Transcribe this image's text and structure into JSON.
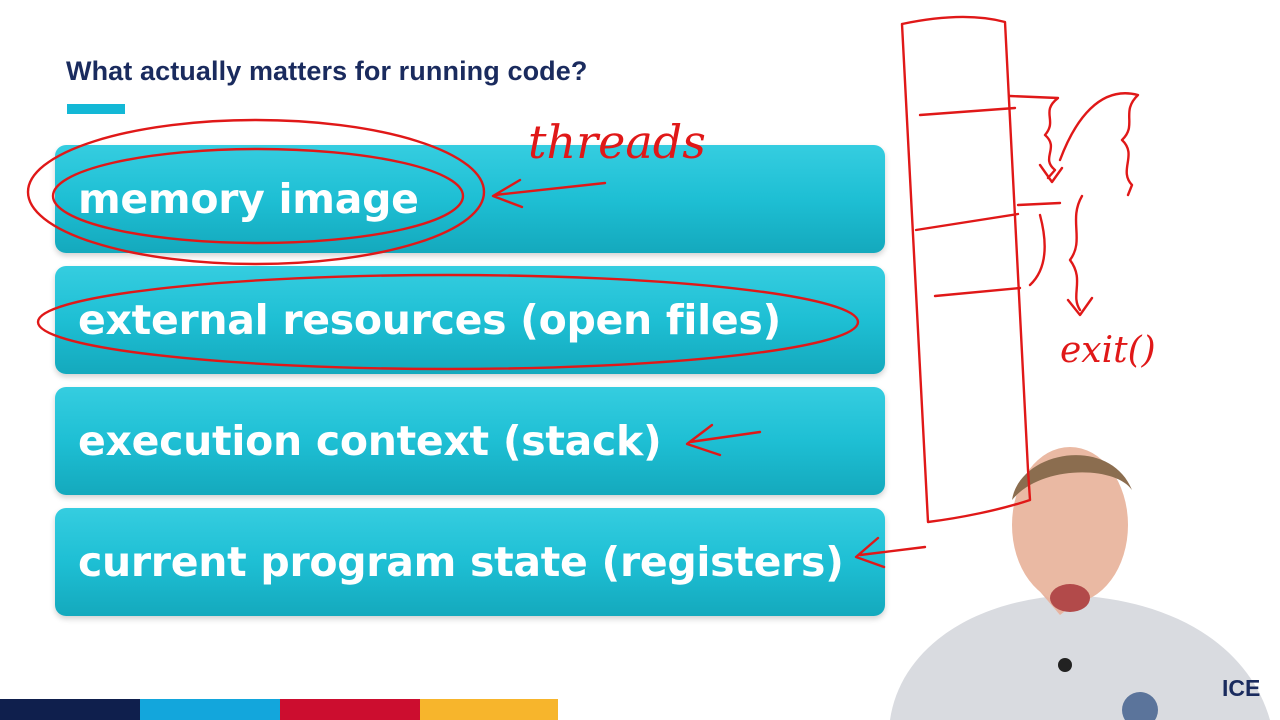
{
  "slide": {
    "title": "What actually matters for running code?",
    "items": [
      {
        "label": "memory image"
      },
      {
        "label": "external resources (open files)"
      },
      {
        "label": "execution context (stack)"
      },
      {
        "label": "current program state (registers)"
      }
    ]
  },
  "annotations": {
    "note_top": "threads",
    "note_side": "exit()"
  },
  "branding": {
    "logo_partial": "ICE"
  },
  "colors": {
    "title": "#1a2b5e",
    "accent": "#13b8d6",
    "bar": "#1ebfd4",
    "ink": "#e01818",
    "footer": [
      "#0f1f4d",
      "#13a6dc",
      "#cc0d2f",
      "#f7b52c"
    ]
  }
}
